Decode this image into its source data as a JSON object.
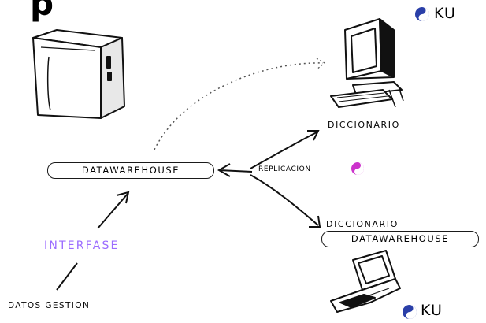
{
  "title_fragment": "p",
  "ku_top": "KU",
  "ku_bottom": "KU",
  "datawarehouse_label": "DATAWAREHOUSE",
  "diccionario_top": "DICCIONARIO",
  "replicacion_label": "REPLICACION",
  "diccionario_bottom": "DICCIONARIO",
  "datawarehouse_bottom_label": "DATAWAREHOUSE",
  "interfase_label": "INTERFASE",
  "datos_gestion_label": "DATOS GESTION",
  "colors": {
    "interfase": "#9b6cff",
    "ku_logo_blue": "#2a3fa8",
    "replication_logo": "#cc33cc"
  },
  "icons": [
    "server-icon",
    "desktop-computer-icon",
    "laptop-icon",
    "ku-logo-icon",
    "replication-logo-icon"
  ]
}
